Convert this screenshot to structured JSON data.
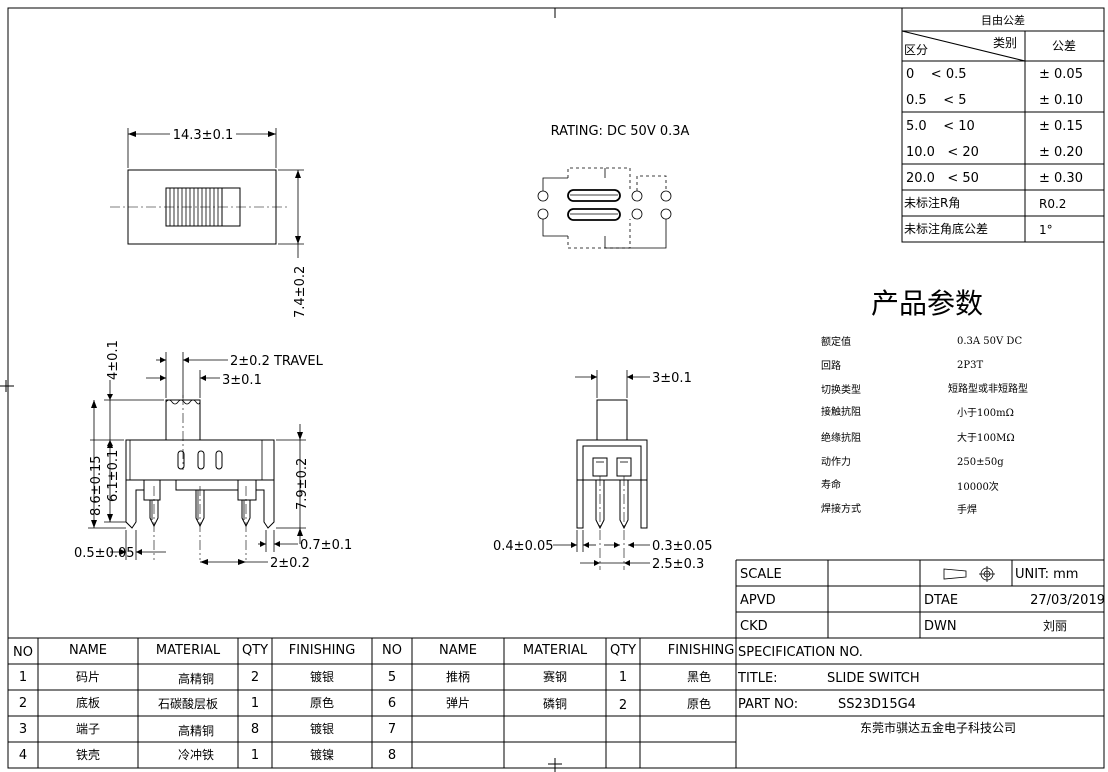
{
  "tolerance_table": {
    "title": "目由公差",
    "category_header": "类别",
    "range_header": "区分",
    "tolerance_header": "公差",
    "rows": [
      {
        "range": "0    < 0.5",
        "tol": "± 0.05"
      },
      {
        "range": "0.5    < 5",
        "tol": "± 0.10"
      },
      {
        "range": "5.0    < 10",
        "tol": "± 0.15"
      },
      {
        "range": "10.0   < 20",
        "tol": "± 0.20"
      },
      {
        "range": "20.0   < 50",
        "tol": "± 0.30"
      },
      {
        "range": "未标注R角",
        "tol": "R0.2"
      },
      {
        "range": "未标注角底公差",
        "tol": "1°"
      }
    ]
  },
  "params": {
    "title": "产品参数",
    "rows": [
      {
        "label": "额定值",
        "value": "0.3A 50V DC"
      },
      {
        "label": "回路",
        "value": "2P3T"
      },
      {
        "label": "切换类型",
        "value": "短路型或非短路型"
      },
      {
        "label": "接触抗阻",
        "value": "小于100mΩ"
      },
      {
        "label": "绝缘抗阻",
        "value": "大于100MΩ"
      },
      {
        "label": "动作力",
        "value": "250±50g"
      },
      {
        "label": "寿命",
        "value": "10000次"
      },
      {
        "label": "焊接方式",
        "value": "手焊"
      }
    ]
  },
  "drawing": {
    "rating": "RATING: DC 50V 0.3A",
    "dim_width": "14.3±0.1",
    "dim_height": "7.4±0.2",
    "dim_travel": "2±0.2 TRAVEL",
    "dim_lever_w": "3±0.1",
    "dim_lever_h": "4±0.1",
    "dim_total_h": "8.6±0.15",
    "dim_body_h": "6.1±0.1",
    "dim_side_h": "7.9±0.2",
    "dim_pin_w": "0.7±0.1",
    "dim_pitch": "2±0.2",
    "dim_tab": "0.5±0.05",
    "dim_side_lever": "3±0.1",
    "dim_side_tab": "0.4±0.05",
    "dim_side_pin": "0.3±0.05",
    "dim_side_pitch": "2.5±0.3"
  },
  "title_block": {
    "scale_label": "SCALE",
    "unit": "UNIT: mm",
    "apvd_label": "APVD",
    "date_label": "DTAE",
    "date_value": "27/03/2019",
    "ckd_label": "CKD",
    "dwn_label": "DWN",
    "dwn_value": "刘丽",
    "spec_label": "SPECIFICATION NO.",
    "title_label": "TITLE:",
    "title_value": "SLIDE SWITCH",
    "part_label": "PART NO:",
    "part_value": "SS23D15G4",
    "company": "东莞市骐达五金电子科技公司"
  },
  "bom": {
    "headers": [
      "NO",
      "NAME",
      "MATERIAL",
      "QTY",
      "FINISHING"
    ],
    "left": [
      {
        "no": "1",
        "name": "码片",
        "material": "高精铜",
        "qty": "2",
        "finishing": "镀银"
      },
      {
        "no": "2",
        "name": "底板",
        "material": "石碳酸层板",
        "qty": "1",
        "finishing": "原色"
      },
      {
        "no": "3",
        "name": "端子",
        "material": "高精铜",
        "qty": "8",
        "finishing": "镀银"
      },
      {
        "no": "4",
        "name": "铁壳",
        "material": "冷冲铁",
        "qty": "1",
        "finishing": "镀镍"
      }
    ],
    "right": [
      {
        "no": "5",
        "name": "推柄",
        "material": "赛钢",
        "qty": "1",
        "finishing": "黑色"
      },
      {
        "no": "6",
        "name": "弹片",
        "material": "磷铜",
        "qty": "2",
        "finishing": "原色"
      },
      {
        "no": "7",
        "name": "",
        "material": "",
        "qty": "",
        "finishing": ""
      },
      {
        "no": "8",
        "name": "",
        "material": "",
        "qty": "",
        "finishing": ""
      }
    ]
  }
}
